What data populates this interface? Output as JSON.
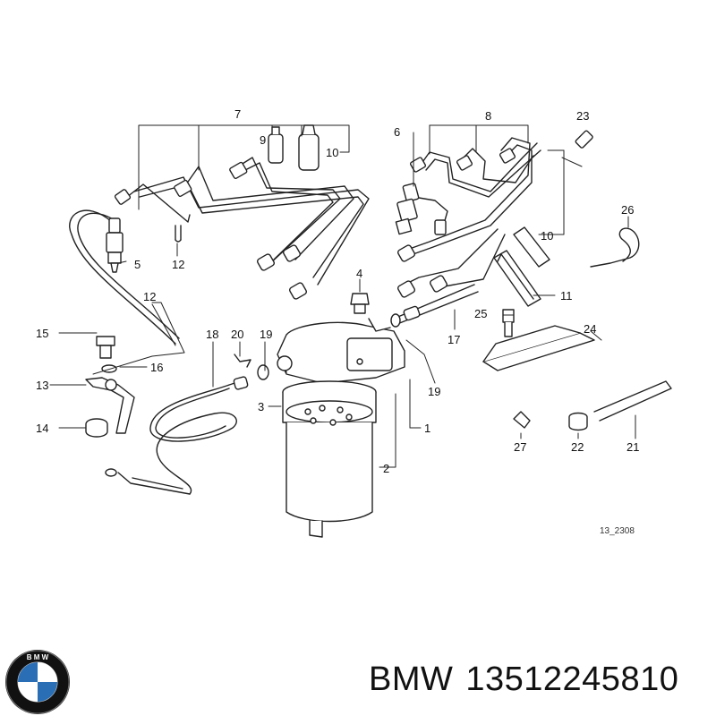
{
  "figure_code": "13_2308",
  "footer": {
    "brand": "BMW",
    "part_number": "13512245810"
  },
  "logo": {
    "text": "BMW",
    "ring_color": "#111111",
    "quadrant_blue": "#2a6fb5",
    "quadrant_white": "#ffffff"
  },
  "callouts": [
    {
      "id": "c1",
      "label": "1"
    },
    {
      "id": "c2",
      "label": "2"
    },
    {
      "id": "c3",
      "label": "3"
    },
    {
      "id": "c4",
      "label": "4"
    },
    {
      "id": "c5",
      "label": "5"
    },
    {
      "id": "c6",
      "label": "6"
    },
    {
      "id": "c7",
      "label": "7"
    },
    {
      "id": "c8",
      "label": "8"
    },
    {
      "id": "c9",
      "label": "9"
    },
    {
      "id": "c10a",
      "label": "10"
    },
    {
      "id": "c10b",
      "label": "10"
    },
    {
      "id": "c11",
      "label": "11"
    },
    {
      "id": "c12a",
      "label": "12"
    },
    {
      "id": "c12b",
      "label": "12"
    },
    {
      "id": "c13",
      "label": "13"
    },
    {
      "id": "c14",
      "label": "14"
    },
    {
      "id": "c15",
      "label": "15"
    },
    {
      "id": "c16",
      "label": "16"
    },
    {
      "id": "c17",
      "label": "17"
    },
    {
      "id": "c18",
      "label": "18"
    },
    {
      "id": "c19a",
      "label": "19"
    },
    {
      "id": "c19b",
      "label": "19"
    },
    {
      "id": "c20",
      "label": "20"
    },
    {
      "id": "c21",
      "label": "21"
    },
    {
      "id": "c22",
      "label": "22"
    },
    {
      "id": "c23",
      "label": "23"
    },
    {
      "id": "c24",
      "label": "24"
    },
    {
      "id": "c25",
      "label": "25"
    },
    {
      "id": "c26",
      "label": "26"
    },
    {
      "id": "c27",
      "label": "27"
    }
  ]
}
